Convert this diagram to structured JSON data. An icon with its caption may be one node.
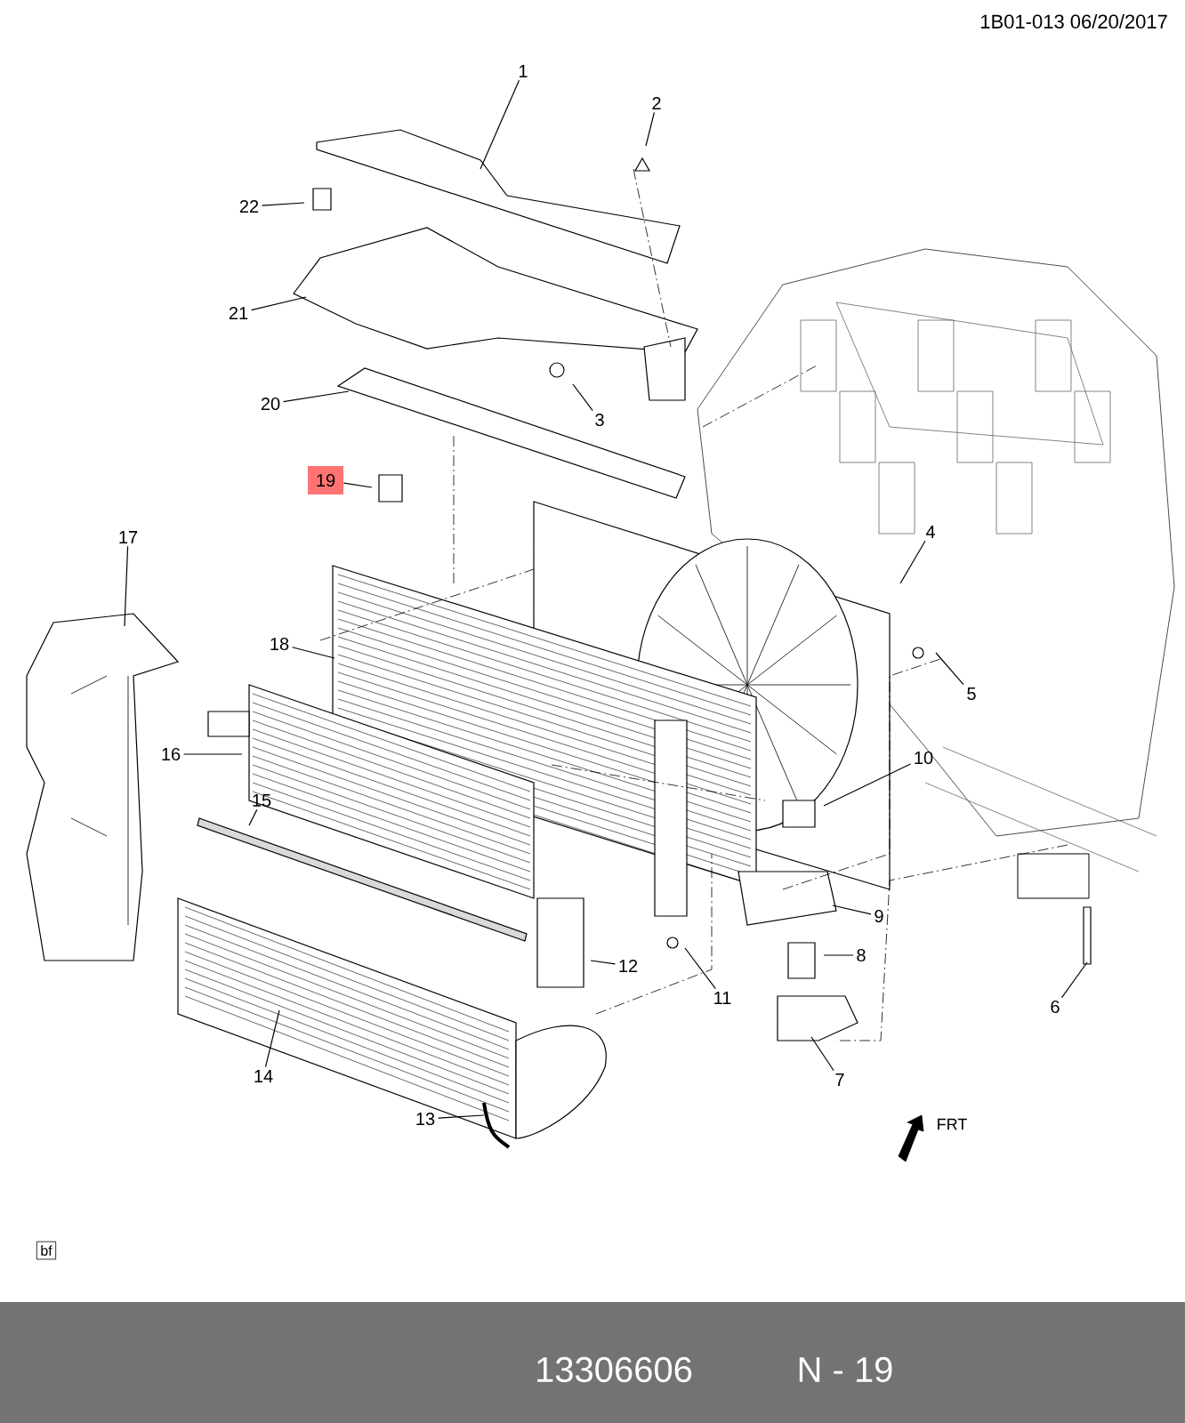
{
  "diagram": {
    "nodes": [
      {
        "text": [
          "1"
        ]
      },
      {
        "text": [
          "2"
        ]
      },
      {
        "text": [
          "3"
        ]
      },
      {
        "text": [
          "4"
        ]
      },
      {
        "text": [
          "5"
        ]
      },
      {
        "text": [
          "6"
        ]
      },
      {
        "text": [
          "7"
        ]
      },
      {
        "text": [
          "8"
        ]
      },
      {
        "text": [
          "9"
        ]
      },
      {
        "text": [
          "10"
        ]
      },
      {
        "text": [
          "11"
        ]
      },
      {
        "text": [
          "12"
        ]
      },
      {
        "text": [
          "13"
        ]
      },
      {
        "text": [
          "14"
        ]
      },
      {
        "text": [
          "15"
        ]
      },
      {
        "text": [
          "16"
        ]
      },
      {
        "text": [
          "17"
        ]
      },
      {
        "text": [
          "18"
        ]
      },
      {
        "text": [
          "19"
        ]
      },
      {
        "text": [
          "20"
        ]
      },
      {
        "text": [
          "21"
        ]
      },
      {
        "text": [
          "22"
        ]
      }
    ],
    "edges": [
      {
        "from": 0,
        "to": null,
        "arrow": "none"
      },
      {
        "from": 1,
        "to": null,
        "arrow": "none"
      },
      {
        "from": 2,
        "to": null,
        "arrow": "none"
      },
      {
        "from": 3,
        "to": null,
        "arrow": "none"
      },
      {
        "from": 4,
        "to": null,
        "arrow": "none"
      },
      {
        "from": 5,
        "to": null,
        "arrow": "none"
      },
      {
        "from": 6,
        "to": null,
        "arrow": "none"
      },
      {
        "from": 7,
        "to": null,
        "arrow": "none"
      },
      {
        "from": 8,
        "to": null,
        "arrow": "none"
      },
      {
        "from": 9,
        "to": null,
        "arrow": "none"
      },
      {
        "from": 10,
        "to": null,
        "arrow": "none"
      },
      {
        "from": 11,
        "to": null,
        "arrow": "none"
      },
      {
        "from": 12,
        "to": null,
        "arrow": "none"
      },
      {
        "from": 13,
        "to": null,
        "arrow": "none"
      },
      {
        "from": 14,
        "to": null,
        "arrow": "none"
      },
      {
        "from": 15,
        "to": null,
        "arrow": "none"
      },
      {
        "from": 16,
        "to": null,
        "arrow": "none"
      },
      {
        "from": 17,
        "to": null,
        "arrow": "none"
      },
      {
        "from": 18,
        "to": null,
        "arrow": "none"
      },
      {
        "from": 19,
        "to": null,
        "arrow": "none"
      },
      {
        "from": 20,
        "to": null,
        "arrow": "none"
      },
      {
        "from": 21,
        "to": null,
        "arrow": "none"
      }
    ],
    "labels": [
      "1B01-013 06/20/2017",
      "FRT",
      "bf",
      "13306606",
      "N - 19"
    ]
  }
}
